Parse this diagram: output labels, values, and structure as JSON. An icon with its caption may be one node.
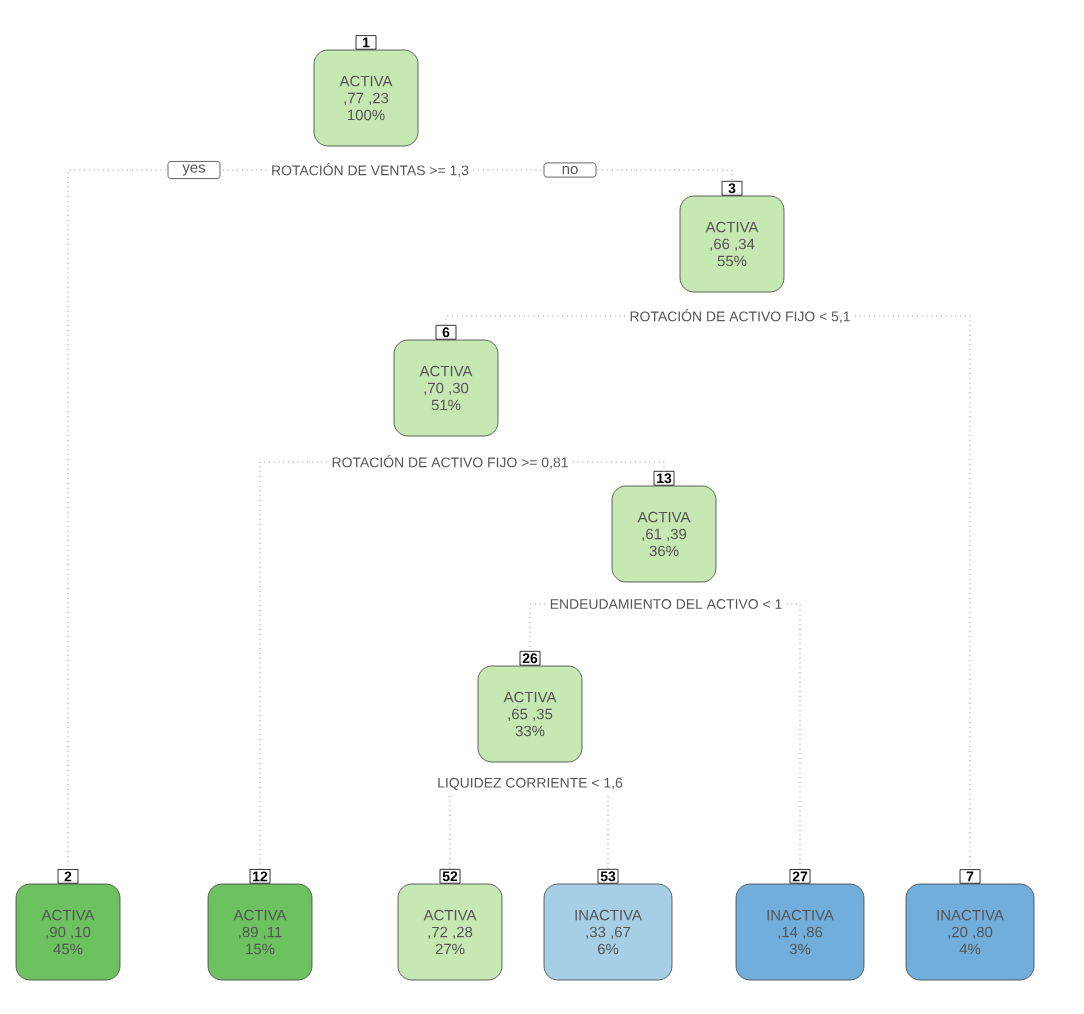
{
  "diagram": {
    "nodes": [
      {
        "text": [
          "ACTIVA",
          ",77 ,23",
          "100%"
        ],
        "beside": [
          "1",
          "ROTACIÓN DE VENTAS >= 1,3"
        ]
      },
      {
        "text": [
          "ACTIVA",
          ",66 ,34",
          "55%"
        ],
        "beside": [
          "3",
          "ROTACIÓN DE ACTIVO FIJO < 5,1"
        ]
      },
      {
        "text": [
          "ACTIVA",
          ",70 ,30",
          "51%"
        ],
        "beside": [
          "6",
          "ROTACIÓN DE ACTIVO FIJO >= 0,81"
        ]
      },
      {
        "text": [
          "ACTIVA",
          ",61 ,39",
          "36%"
        ],
        "beside": [
          "13",
          "ENDEUDAMIENTO DEL ACTIVO < 1"
        ]
      },
      {
        "text": [
          "ACTIVA",
          ",65 ,35",
          "33%"
        ],
        "beside": [
          "26",
          "LIQUIDEZ CORRIENTE < 1,6"
        ]
      },
      {
        "text": [
          "ACTIVA",
          ",90 ,10",
          "45%"
        ],
        "beside": [
          "2"
        ]
      },
      {
        "text": [
          "ACTIVA",
          ",89 ,11",
          "15%"
        ],
        "beside": [
          "12"
        ]
      },
      {
        "text": [
          "ACTIVA",
          ",72 ,28",
          "27%"
        ],
        "beside": [
          "52"
        ]
      },
      {
        "text": [
          "INACTIVA",
          ",33 ,67",
          "6%"
        ],
        "beside": [
          "53"
        ]
      },
      {
        "text": [
          "INACTIVA",
          ",14 ,86",
          "3%"
        ],
        "beside": [
          "27"
        ]
      },
      {
        "text": [
          "INACTIVA",
          ",20 ,80",
          "4%"
        ],
        "beside": [
          "7"
        ]
      }
    ],
    "edges": [
      {
        "from": 0,
        "to": 5,
        "arrow": "none",
        "label": "yes"
      },
      {
        "from": 0,
        "to": 1,
        "arrow": "none",
        "label": "no"
      },
      {
        "from": 1,
        "to": 2,
        "arrow": "none"
      },
      {
        "from": 1,
        "to": 10,
        "arrow": "none"
      },
      {
        "from": 2,
        "to": 6,
        "arrow": "none"
      },
      {
        "from": 2,
        "to": 3,
        "arrow": "none"
      },
      {
        "from": 3,
        "to": 4,
        "arrow": "none"
      },
      {
        "from": 3,
        "to": 9,
        "arrow": "none"
      },
      {
        "from": 4,
        "to": 7,
        "arrow": "none"
      },
      {
        "from": 4,
        "to": 8,
        "arrow": "none"
      }
    ]
  }
}
